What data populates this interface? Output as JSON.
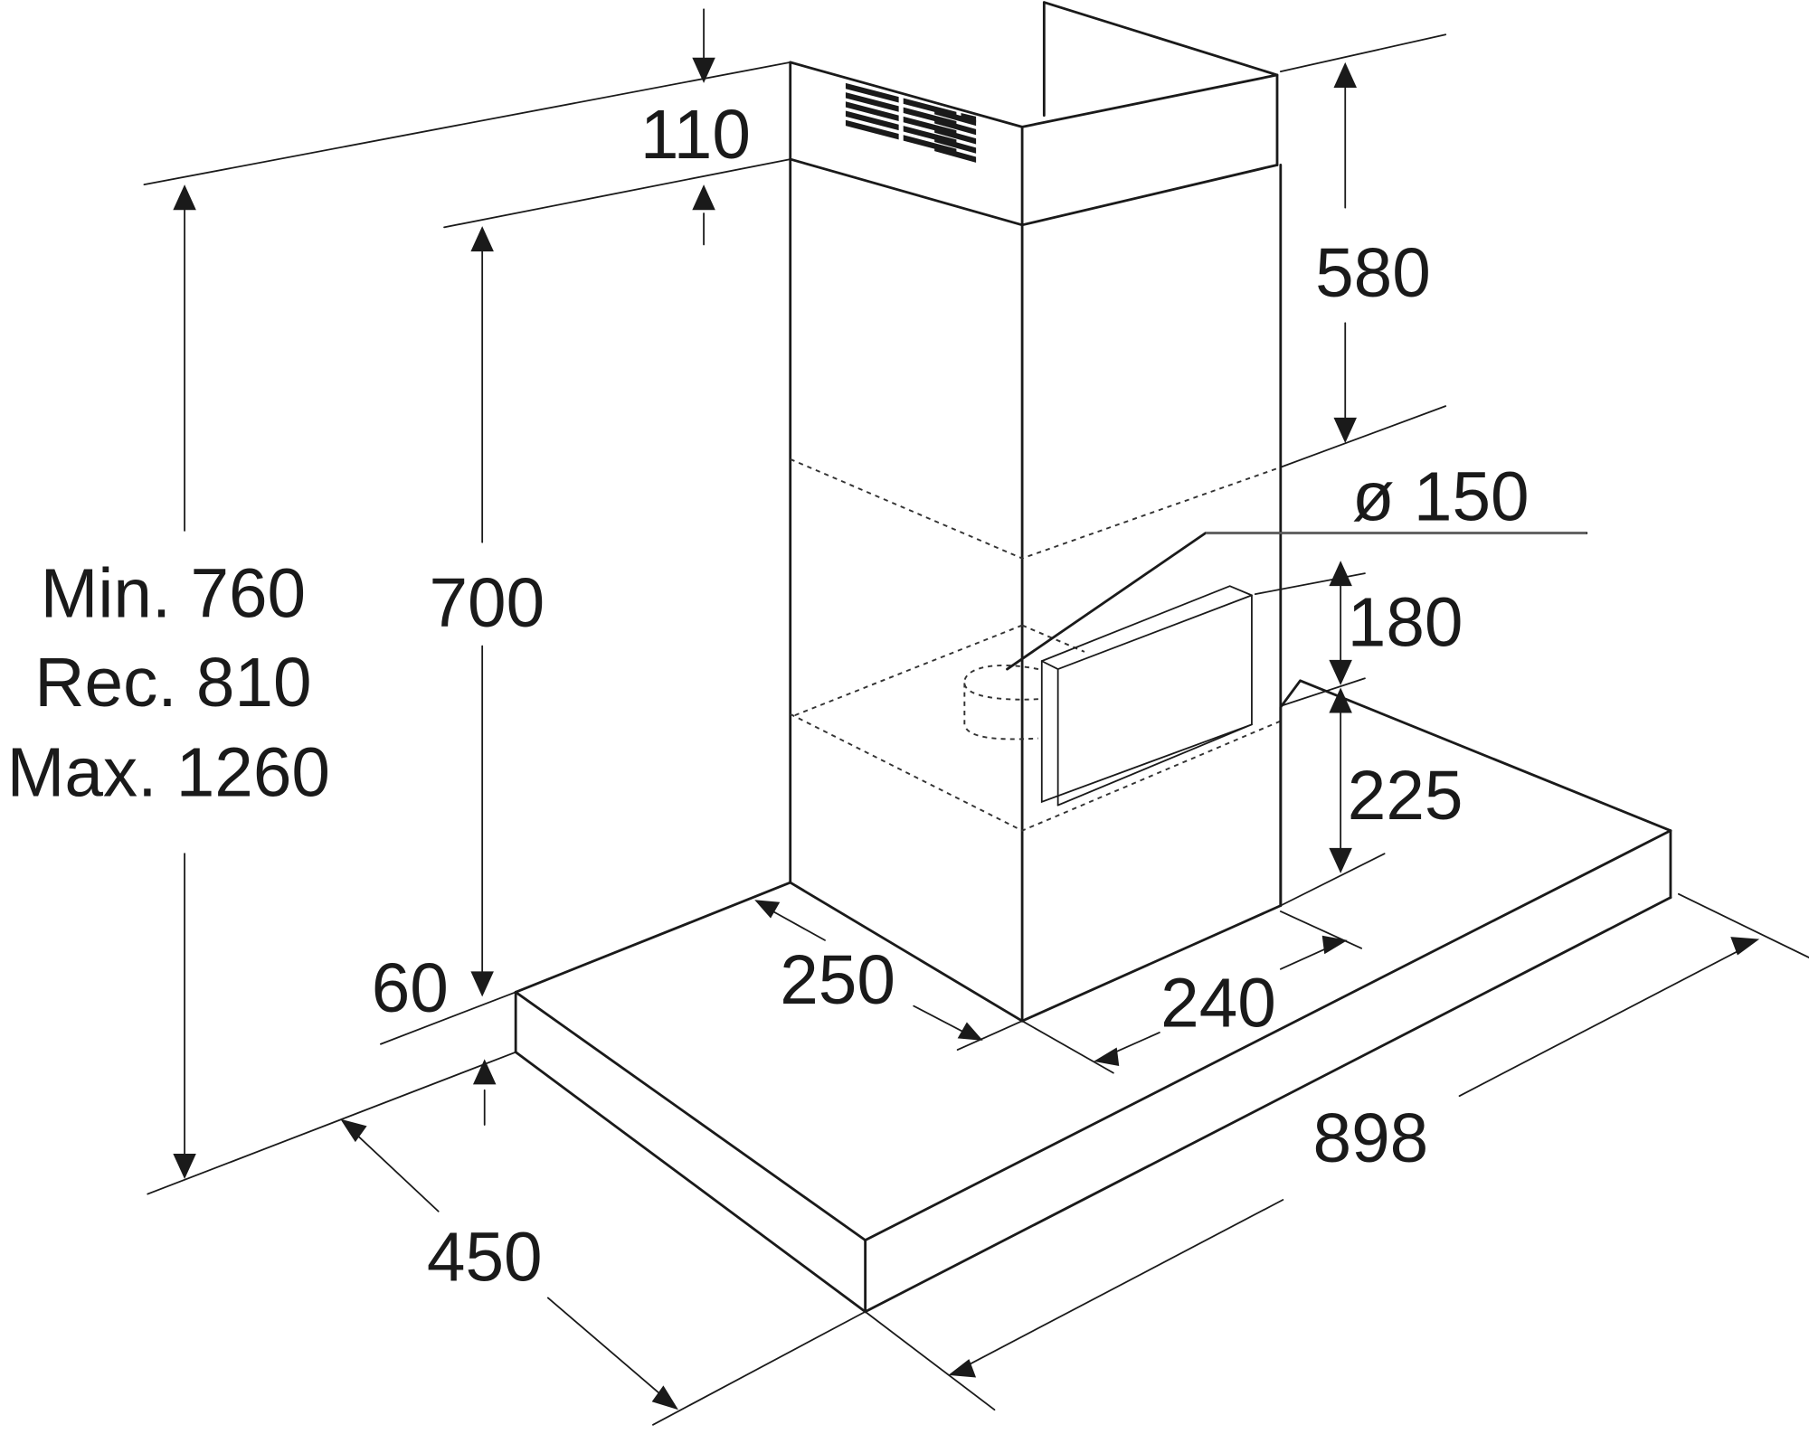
{
  "diagram": {
    "subject": "Chimney cooker hood dimension drawing",
    "units": "mm",
    "colors": {
      "line": "#1a1a1a",
      "leader": "#6b6b6b",
      "background": "#ffffff"
    },
    "labels": {
      "chimney_top_gap": "110",
      "upper_chimney_height": "580",
      "inner_chimney_height": "700",
      "duct_diameter": "ø 150",
      "bracket_height": "180",
      "bracket_offset": "225",
      "canopy_thickness": "60",
      "chimney_depth": "250",
      "chimney_width": "240",
      "hood_width": "898",
      "hood_depth": "450",
      "total_height_min": "Min. 760",
      "total_height_rec": "Rec. 810",
      "total_height_max": "Max. 1260"
    }
  }
}
